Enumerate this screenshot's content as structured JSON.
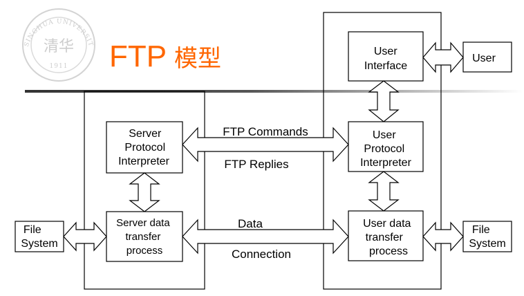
{
  "title": {
    "latin": "FTP",
    "cjk": "模型",
    "color": "#ff6600"
  },
  "logo": {
    "arc_text": "TSINGHUA UNIVERSITY",
    "year": "1911",
    "glyph": "清华",
    "color": "#c8c8c8"
  },
  "boxes": {
    "server_pi": [
      "Server",
      "Protocol",
      "Interpreter"
    ],
    "server_dtp": [
      "Server data",
      "transfer",
      "process"
    ],
    "user_interface": [
      "User",
      "Interface"
    ],
    "user_pi": [
      "User",
      "Protocol",
      "Interpreter"
    ],
    "user_dtp": [
      "User data",
      "transfer",
      "process"
    ],
    "user_ext": [
      "User"
    ],
    "file_system_left": [
      "File",
      "System"
    ],
    "file_system_right": [
      "File",
      "System"
    ]
  },
  "labels": {
    "ftp_commands": "FTP Commands",
    "ftp_replies": "FTP Replies",
    "data": "Data",
    "connection": "Connection"
  }
}
